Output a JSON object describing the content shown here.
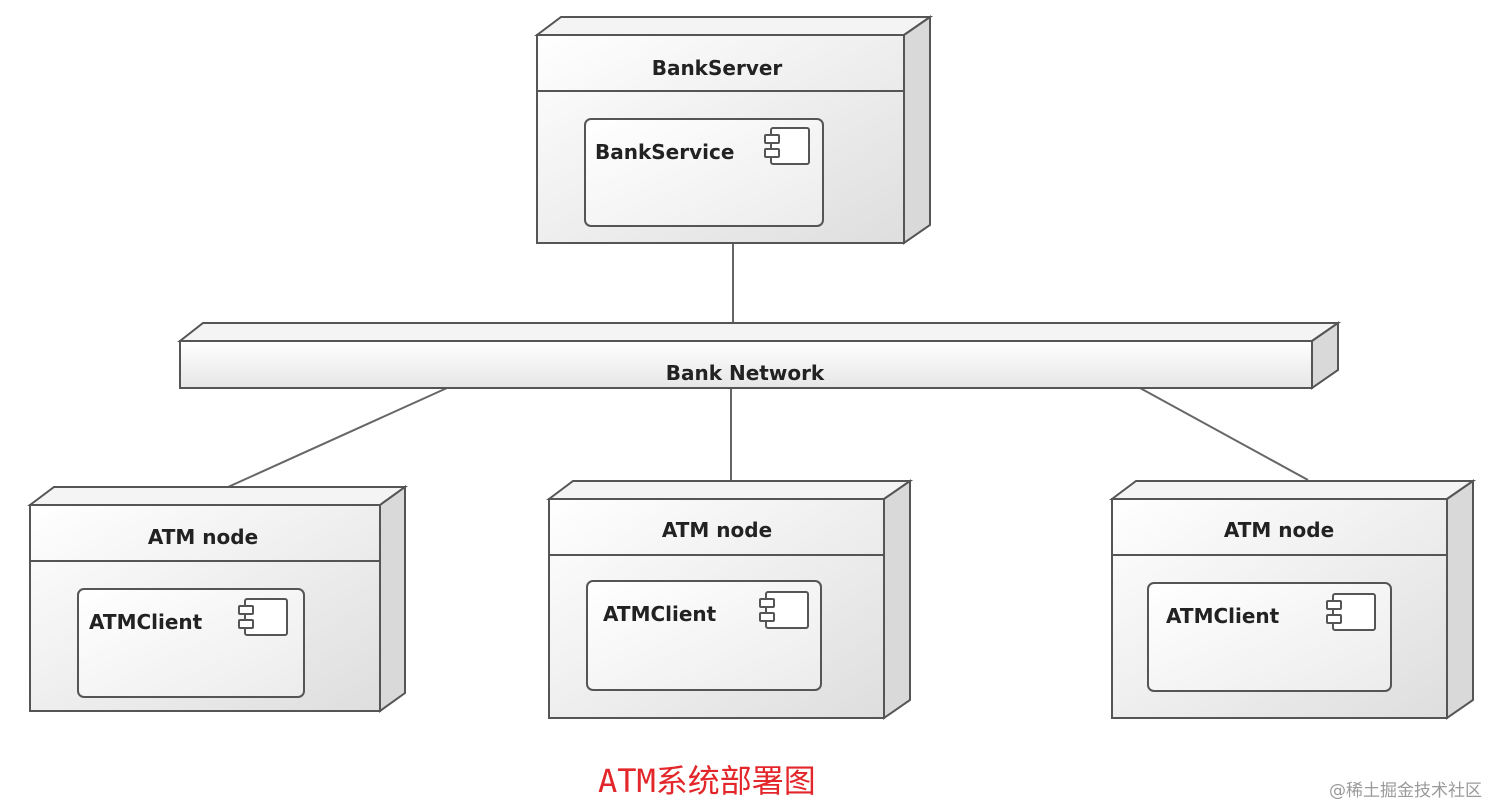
{
  "diagram": {
    "server": {
      "title": "BankServer",
      "component": "BankService"
    },
    "network": {
      "label": "Bank Network"
    },
    "atm_nodes": [
      {
        "title": "ATM node",
        "component": "ATMClient"
      },
      {
        "title": "ATM node",
        "component": "ATMClient"
      },
      {
        "title": "ATM node",
        "component": "ATMClient"
      }
    ]
  },
  "caption": "ATM系统部署图",
  "watermark": "@稀土掘金技术社区",
  "colors": {
    "stroke": "#555555",
    "face_light": "#ffffff",
    "face_dark": "#e2e2e2",
    "caption": "#e3262a"
  }
}
